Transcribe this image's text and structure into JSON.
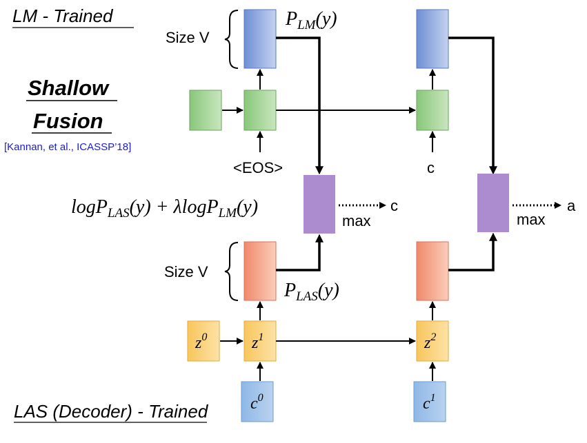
{
  "titles": {
    "lm": "LM - Trained",
    "las": "LAS (Decoder) - Trained"
  },
  "method": {
    "line1": "Shallow",
    "line2": "Fusion",
    "citation": "[Kannan, et al., ICASSP’18]"
  },
  "labels": {
    "size_v_top": "Size V",
    "size_v_bottom": "Size V",
    "p_lm": "P",
    "p_lm_sub": "LM",
    "p_lm_arg": "(y)",
    "p_las": "P",
    "p_las_sub": "LAS",
    "p_las_arg": "(y)",
    "eos": "<EOS>",
    "input_c": "c",
    "max_1": "max",
    "max_2": "max",
    "output_1": "c",
    "output_2": "a"
  },
  "formula": {
    "part1": "logP",
    "sub1": "LAS",
    "part2": "(y) + λlogP",
    "sub2": "LM",
    "part3": "(y)"
  },
  "boxes": {
    "z0": "z",
    "z0_sup": "0",
    "z1": "z",
    "z1_sup": "1",
    "z2": "z",
    "z2_sup": "2",
    "c0": "c",
    "c0_sup": "0",
    "c1": "c",
    "c1_sup": "1"
  },
  "colors": {
    "lm_output_box": "#7b97d6",
    "lm_hidden_box": "#93cc86",
    "fusion_box": "#ad8bcf",
    "las_output_box": "#f2977d",
    "decoder_state_box": "#f9cf70",
    "context_box": "#9dc2e8",
    "citation_text": "#1c1cd4"
  }
}
